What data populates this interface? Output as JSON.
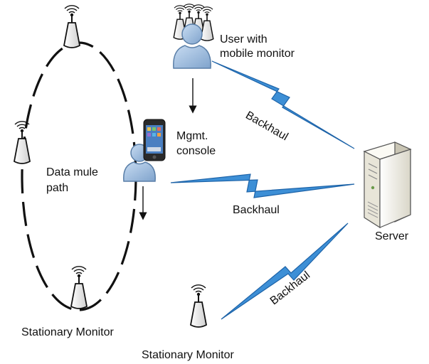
{
  "labels": {
    "user_line1": "User with",
    "user_line2": "mobile monitor",
    "mgmt_line1": "Mgmt.",
    "mgmt_line2": "console",
    "mule_line1": "Data mule",
    "mule_line2": "path",
    "backhaul_top": "Backhaul",
    "backhaul_mid": "Backhaul",
    "backhaul_bottom": "Backhaul",
    "server": "Server",
    "stationary_left": "Stationary Monitor",
    "stationary_bottom": "Stationary Monitor"
  },
  "colors": {
    "person_fill": "#9dbde0",
    "person_stroke": "#5a7fa8",
    "lightning_fill": "#3d8fd6",
    "lightning_stroke": "#1d63a8",
    "antenna_fill": "#f4f4f4",
    "server_fill": "#f1efe6"
  }
}
